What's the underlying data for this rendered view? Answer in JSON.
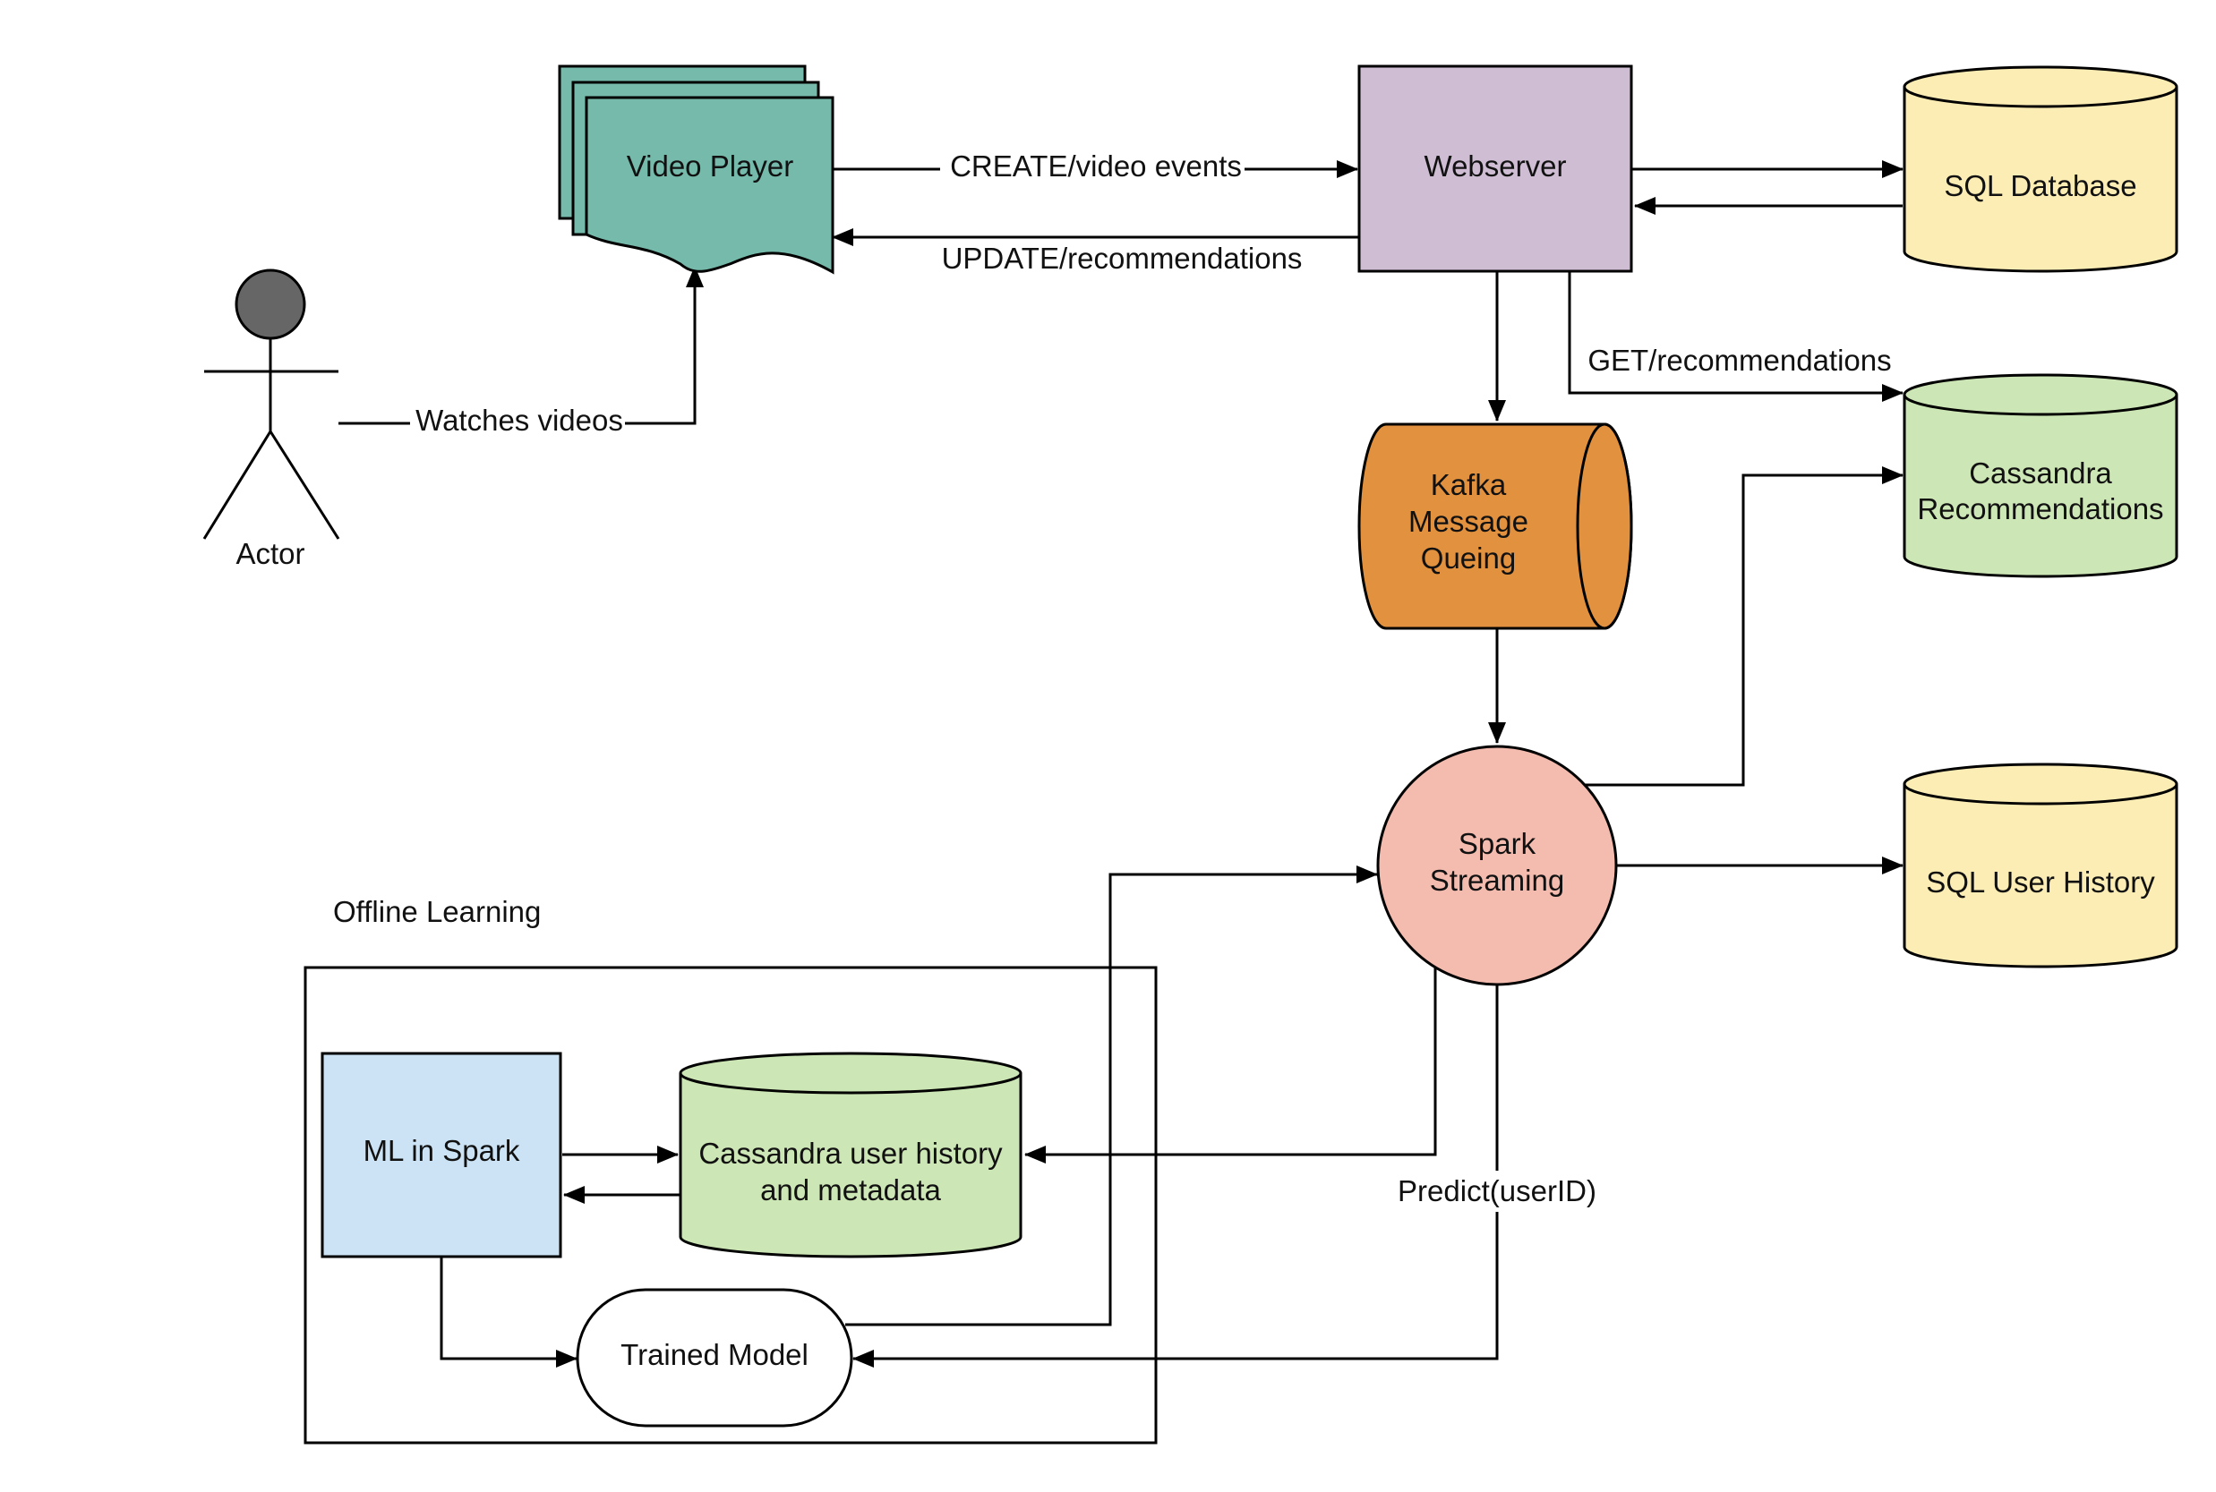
{
  "diagram": {
    "nodes": {
      "actor": {
        "label": "Actor"
      },
      "video_player": {
        "label": "Video Player",
        "color": "#75BAAB"
      },
      "webserver": {
        "label": "Webserver",
        "color": "#CFBED3"
      },
      "sql_database": {
        "label": "SQL Database",
        "color": "#FCEDB5"
      },
      "cassandra_recommendations": {
        "label_lines": [
          "Cassandra",
          "Recommendations"
        ],
        "color": "#CDE6B5"
      },
      "kafka": {
        "label_lines": [
          "Kafka",
          "Message",
          "Queing"
        ],
        "color": "#E2913E"
      },
      "spark_streaming": {
        "label_lines": [
          "Spark",
          "Streaming"
        ],
        "color": "#F4BBAF"
      },
      "sql_user_history": {
        "label": "SQL User History",
        "color": "#FCEDB5"
      },
      "ml_in_spark": {
        "label": "ML in Spark",
        "color": "#CBE3F4"
      },
      "cassandra_user_history": {
        "label_lines": [
          "Cassandra user history",
          "and metadata"
        ],
        "color": "#CDE6B5"
      },
      "trained_model": {
        "label": "Trained Model",
        "color": "#FFFFFF"
      }
    },
    "group": {
      "label": "Offline Learning"
    },
    "edges": {
      "watches_videos": "Watches videos",
      "create_video_events": "CREATE/video events",
      "update_recommendations": "UPDATE/recommendations",
      "get_recommendations": "GET/recommendations",
      "predict_userid": "Predict(userID)"
    }
  }
}
